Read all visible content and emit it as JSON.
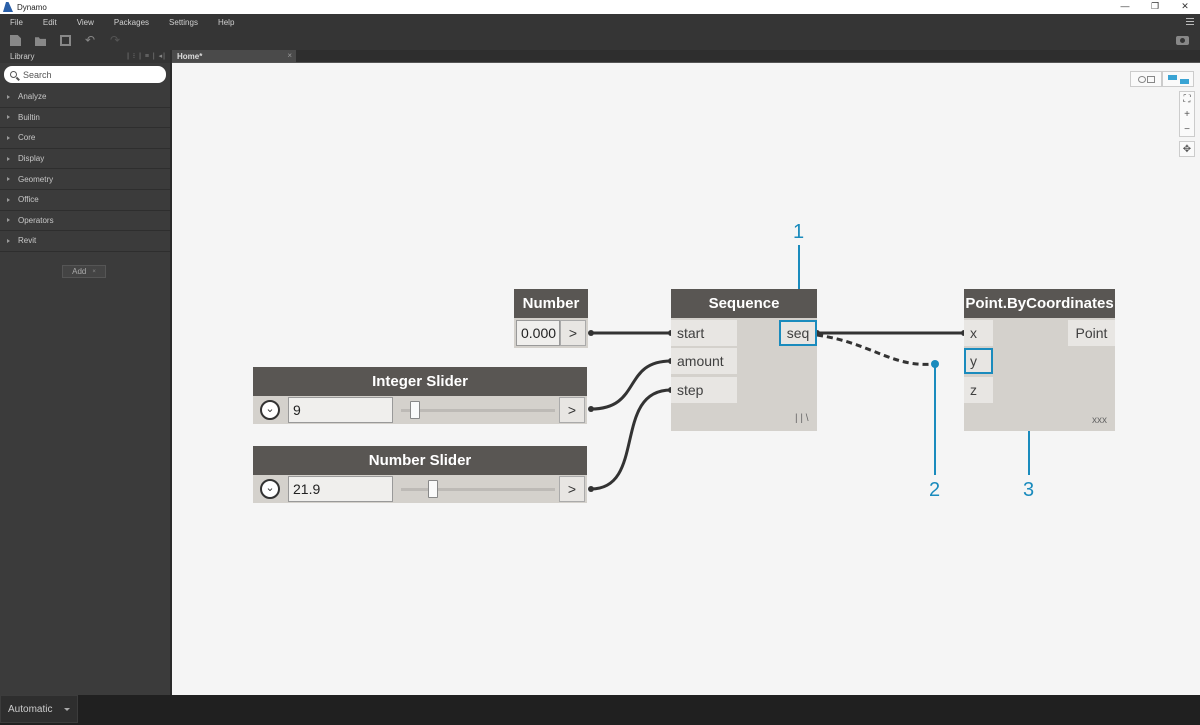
{
  "window": {
    "title": "Dynamo",
    "minimize": "—",
    "restore": "❐",
    "close": "✕"
  },
  "menu": [
    "File",
    "Edit",
    "View",
    "Packages",
    "Settings",
    "Help"
  ],
  "library": {
    "title": "Library",
    "search_placeholder": "Search",
    "categories": [
      "Analyze",
      "Builtin",
      "Core",
      "Display",
      "Geometry",
      "Office",
      "Operators",
      "Revit"
    ],
    "add_label": "Add",
    "add_close": "×"
  },
  "tab": {
    "label": "Home*",
    "close": "×"
  },
  "nodes": {
    "number": {
      "title": "Number",
      "value": "0.000",
      "arrow": ">"
    },
    "integer_slider": {
      "title": "Integer Slider",
      "value": "9",
      "arrow": ">",
      "chevron": "⌄",
      "level": 0.08
    },
    "number_slider": {
      "title": "Number Slider",
      "value": "21.9",
      "arrow": ">",
      "chevron": "⌄",
      "level": 0.22
    },
    "sequence": {
      "title": "Sequence",
      "inputs": [
        "start",
        "amount",
        "step"
      ],
      "output": "seq",
      "footer": "| | \\"
    },
    "point": {
      "title": "Point.ByCoordinates",
      "inputs": [
        "x",
        "y",
        "z"
      ],
      "output": "Point",
      "footer": "xxx"
    }
  },
  "annotations": [
    "1",
    "2",
    "3"
  ],
  "canvas_controls": {
    "zoom_fit": "⛶",
    "zoom_in": "+",
    "zoom_out": "−",
    "pan": "✥"
  },
  "run_mode": "Automatic",
  "colors": {
    "highlight": "#1a8bbd",
    "node_header": "#595653",
    "node_body": "#d4d1cc",
    "canvas": "#f5f5f5"
  }
}
